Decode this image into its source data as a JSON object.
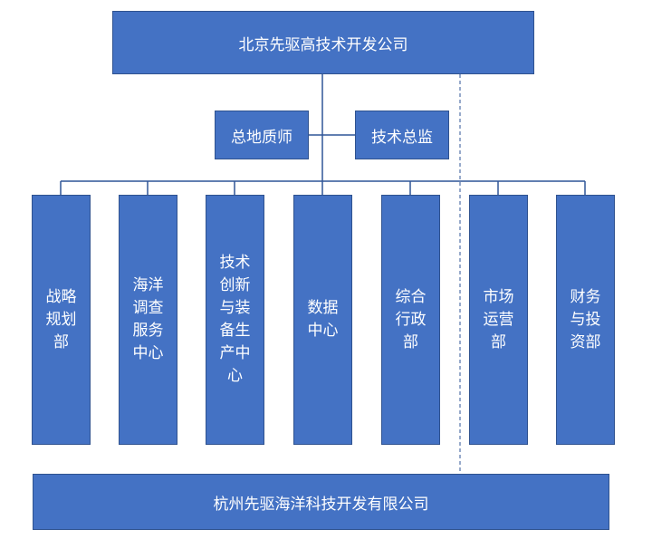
{
  "colors": {
    "box_fill": "#4472c4",
    "box_border": "#2f528f",
    "connector": "#2f5597",
    "text": "#ffffff"
  },
  "top_company": {
    "label": "北京先驱高技术开发公司"
  },
  "advisors": [
    {
      "label": "总地质师"
    },
    {
      "label": "技术总监"
    }
  ],
  "departments": [
    {
      "label": "战略规划部"
    },
    {
      "label": "海洋调查服务中心"
    },
    {
      "label": "技术创新与装备生产中心"
    },
    {
      "label": "数据中心"
    },
    {
      "label": "综合行政部"
    },
    {
      "label": "市场运营部"
    },
    {
      "label": "财务与投资部"
    }
  ],
  "bottom_company": {
    "label": "杭州先驱海洋科技开发有限公司"
  }
}
